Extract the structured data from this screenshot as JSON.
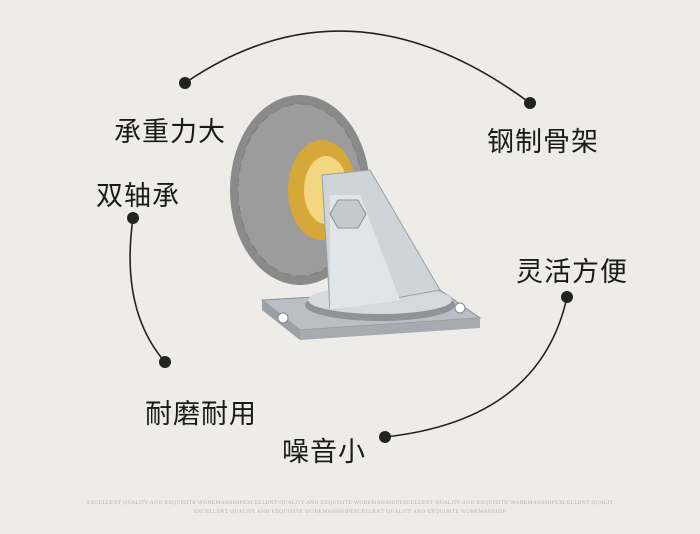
{
  "labels": {
    "load": "承重力大",
    "bearing": "双轴承",
    "wear": "耐磨耐用",
    "noise": "噪音小",
    "steel": "钢制骨架",
    "flexible": "灵活方便"
  },
  "footer": {
    "line1": "EXCELLENT QUALITY AND EXQUISITE WORKMANSHIPEXCELLENT QUALITY AND EXQUISITE WORKMANSHIPEXCELLENT QUALITY AND EXQUISITE WORKMANSHIPEXCELLENT QUALIT",
    "line2": "EXCELLENT QUALITY AND EXQUISITE WORKMANSHIPEXCELLENT QUALITY AND EXQUISITE WORKMANSHIP"
  },
  "colors": {
    "background": "#edece9",
    "line": "#222222",
    "tire": "#8f8f8f",
    "hub": "#d4a73a",
    "bracket": "#c8cdd2"
  }
}
